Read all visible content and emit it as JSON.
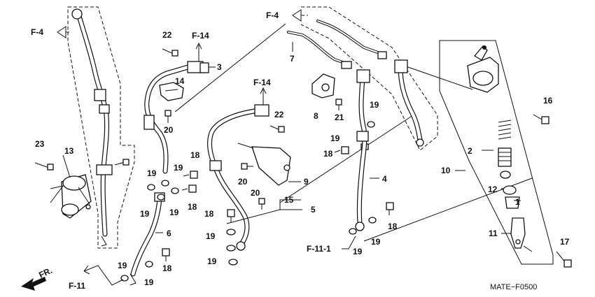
{
  "diagram": {
    "code": "MATE−F0500",
    "refs": {
      "f4_left": "F-4",
      "f4_top": "F-4",
      "f14_left": "F-14",
      "f14_mid": "F-14",
      "f11": "F-11",
      "f11_1": "F-11-1",
      "fr": "FR."
    },
    "parts": {
      "p1": "1",
      "p2": "2",
      "p3": "3",
      "p4": "4",
      "p5": "5",
      "p6": "6",
      "p7": "7",
      "p8": "8",
      "p9": "9",
      "p10": "10",
      "p11": "11",
      "p12": "12",
      "p13": "13",
      "p14": "14",
      "p15": "15",
      "p16": "16",
      "p17": "17",
      "p18a": "18",
      "p18b": "18",
      "p18c": "18",
      "p18d": "18",
      "p18e": "18",
      "p18f": "18",
      "p19a": "19",
      "p19b": "19",
      "p19c": "19",
      "p19d": "19",
      "p19e": "19",
      "p19f": "19",
      "p19g": "19",
      "p19h": "19",
      "p19i": "19",
      "p19j": "19",
      "p19k": "19",
      "p19l": "19",
      "p20a": "20",
      "p20b": "20",
      "p20c": "20",
      "p21": "21",
      "p22a": "22",
      "p22b": "22",
      "p23": "23"
    }
  }
}
